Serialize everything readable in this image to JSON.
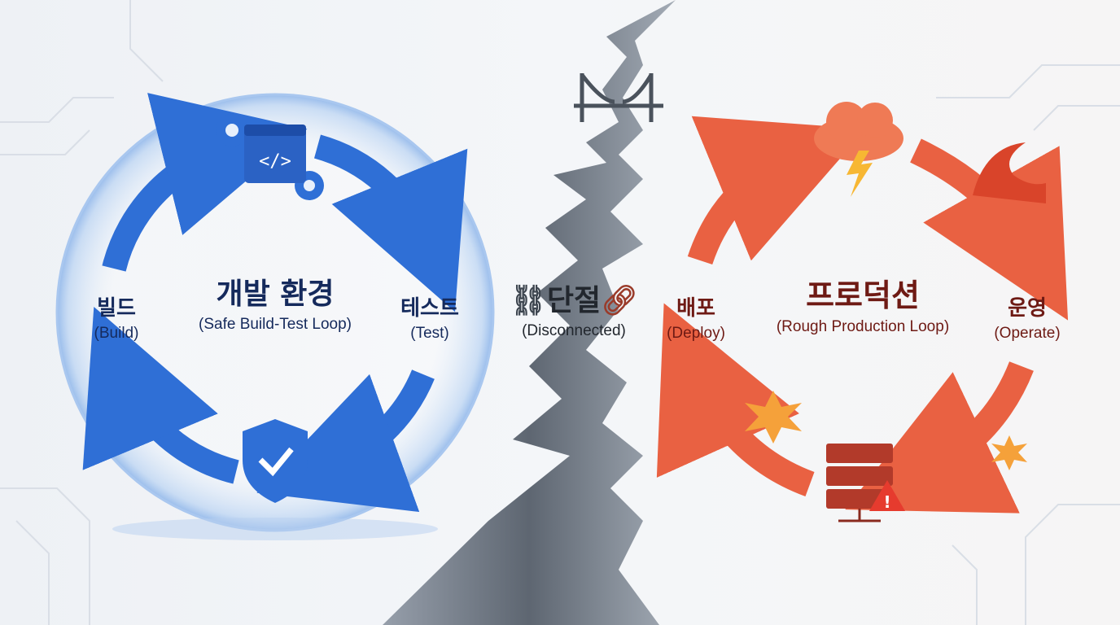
{
  "dev": {
    "title_ko": "개발 환경",
    "title_en": "(Safe Build-Test Loop)",
    "build_ko": "빌드",
    "build_en": "(Build)",
    "test_ko": "테스트",
    "test_en": "(Test)",
    "color": "#2f6fd6"
  },
  "gap": {
    "title_ko": "단절",
    "title_en": "(Disconnected)",
    "color": "#5d6673"
  },
  "prod": {
    "title_ko": "프로덕션",
    "title_en": "(Rough Production Loop)",
    "deploy_ko": "배포",
    "deploy_en": "(Deploy)",
    "operate_ko": "운영",
    "operate_en": "(Operate)",
    "color": "#e8512f"
  },
  "icons": [
    "gear-icon",
    "code-window-icon",
    "shield-check-icon",
    "broken-bridge-icon",
    "broken-link-icon",
    "link-icon",
    "storm-cloud-icon",
    "wave-icon",
    "server-warning-icon",
    "explosion-icon"
  ]
}
